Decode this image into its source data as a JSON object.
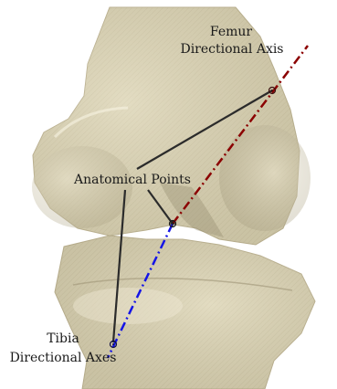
{
  "labels": {
    "femur_line1": "Femur",
    "femur_line2": "Directional Axis",
    "anatomical_points": "Anatomical Points",
    "tibia_line1": "Tibia",
    "tibia_line2": "Directional Axes"
  },
  "colors": {
    "bone": "#d9d2b4",
    "bone_shadow": "#a79f82",
    "bone_highlight": "#f1ecd8",
    "femur_axis": "#8b0000",
    "tibia_axis": "#1414e6",
    "leader": "#2b2b2b"
  }
}
